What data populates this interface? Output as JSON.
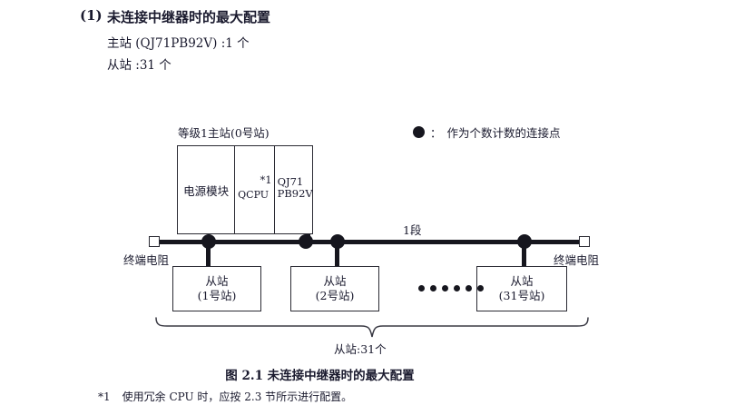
{
  "heading": {
    "number": "(1)",
    "title": "未连接中继器时的最大配置",
    "spec_master": "主站 (QJ71PB92V) :1 个",
    "spec_slave": "从站 :31 个"
  },
  "legend": {
    "symbol": "filled-circle",
    "separator": "：",
    "text": "作为个数计数的连接点"
  },
  "rack": {
    "title": "等级1主站(0号站)",
    "power_label": "电源模块",
    "cpu_label": "QCPU",
    "cpu_footnote_mark": "*1",
    "network_label": "QJ71\nPB92V",
    "network_line1": "QJ71",
    "network_line2": "PB92V"
  },
  "bus": {
    "segment_label": "1段",
    "terminator_left": "终端电阻",
    "terminator_right": "终端电阻"
  },
  "slaves": [
    {
      "name": "从站",
      "station": "(1号站)"
    },
    {
      "name": "从站",
      "station": "(2号站)"
    },
    {
      "name": "从站",
      "station": "(31号站)"
    }
  ],
  "ellipsis_count": 6,
  "brace": {
    "label": "从站:31个"
  },
  "caption": "图 2.1  未连接中继器时的最大配置",
  "footnote": {
    "mark": "*1",
    "text": "使用冗余 CPU 时，应按 2.3 节所示进行配置。"
  },
  "colors": {
    "ink": "#1a1a2e",
    "line": "#2a2a33",
    "node": "#16161e",
    "background": "#ffffff"
  }
}
